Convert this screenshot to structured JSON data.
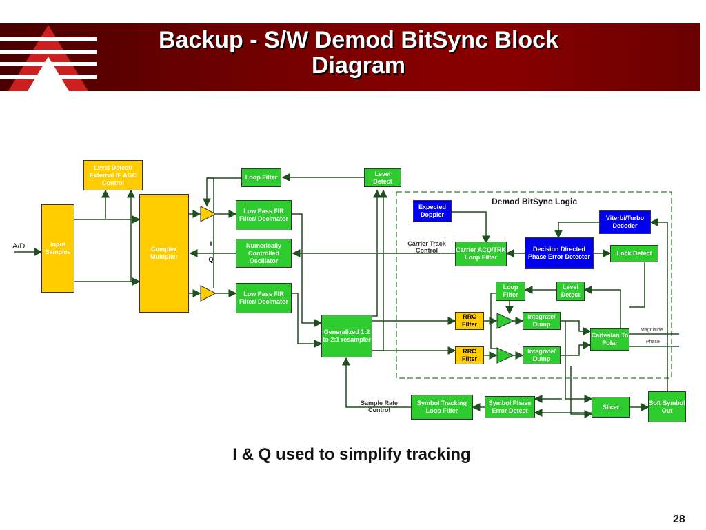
{
  "slide": {
    "title_line1": "Backup - S/W Demod BitSync Block",
    "title_line2": "Diagram",
    "caption": "I & Q used to simplify tracking",
    "page_number": "28"
  },
  "diagram": {
    "input_label": "A/D",
    "region_label": "Demod BitSync Logic",
    "blocks": {
      "level_detect_agc": "Level Detect/ External IF AGC Control",
      "input_samples": "Input Samples",
      "complex_multiplier": "Complex Multiplier",
      "loop_filter_top": "Loop Filter",
      "level_detect_top": "Level Detect",
      "lpf_top": "Low Pass FIR Filter/ Decimator",
      "nco": "Numerically Controlled Oscillator",
      "lpf_bottom": "Low Pass FIR Filter/ Decimator",
      "resampler": "Generalized 1:2 to 2:1 resampler",
      "expected_doppler": "Expected Doppler",
      "carrier_acq": "Carrier ACQ/TRK Loop Filter",
      "decision_directed": "Decision Directed Phase Error Detector",
      "viterbi": "Viterbi/Turbo Decoder",
      "lock_detect": "Lock Detect",
      "loop_filter_mid": "Loop Filter",
      "level_detect_mid": "Level Detect",
      "rrc_top": "RRC Filter",
      "rrc_bottom": "RRC Filter",
      "integrate_top": "Integrate/ Dump",
      "integrate_bottom": "Integrate/ Dump",
      "cartesian": "Cartesian To Polar",
      "symbol_tracking": "Symbol Tracking Loop Filter",
      "symbol_phase": "Symbol Phase Error Detect",
      "slicer": "Slicer",
      "soft_symbol": "Soft Symbol Out"
    },
    "labels": {
      "i": "I",
      "q": "Q",
      "carrier_track": "Carrier Track Control",
      "sample_rate": "Sample Rate Control",
      "magnitude": "Magnitude",
      "phase": "Phase"
    }
  },
  "colors": {
    "header": "#7a0000",
    "block_green": "#2fcc2f",
    "block_yellow": "#ffcc00",
    "block_blue": "#0000ee",
    "wire": "#1f4f1f"
  }
}
